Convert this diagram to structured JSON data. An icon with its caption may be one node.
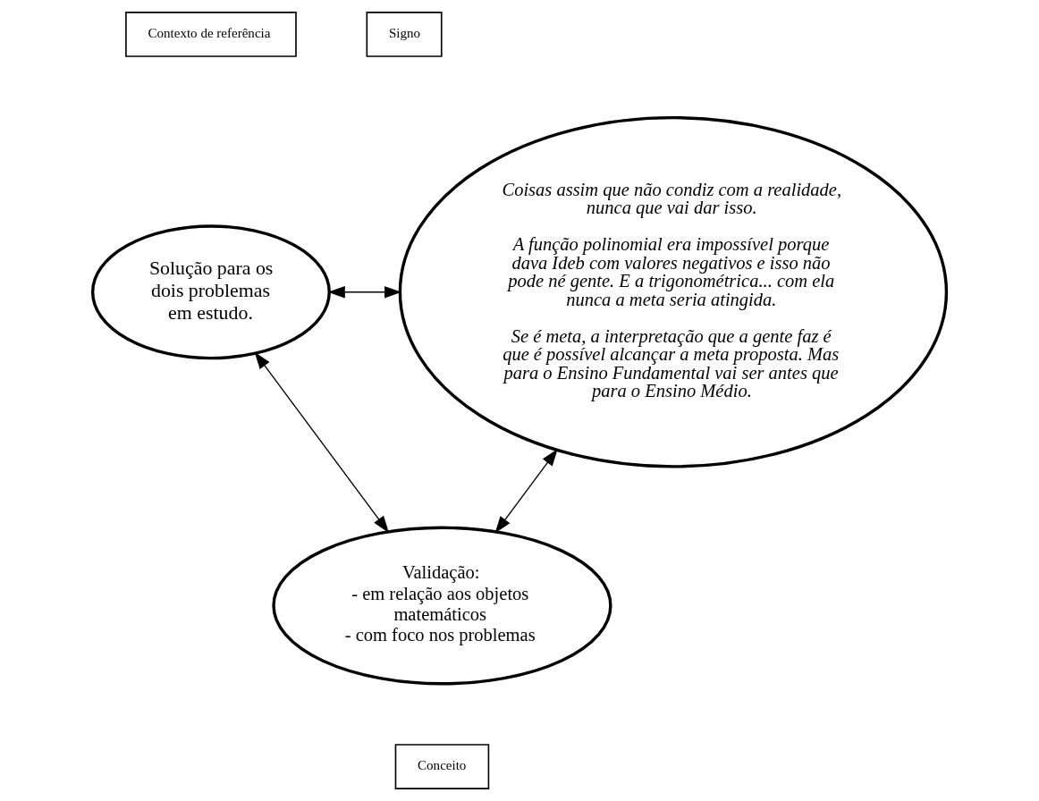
{
  "diagram": {
    "nodes": [
      {
        "text": [
          "Contexto de referência"
        ]
      },
      {
        "text": [
          "Signo"
        ]
      },
      {
        "text": [
          "Solução para os dois problemas em estudo."
        ]
      },
      {
        "text": [
          "Coisas assim que não condiz com a realidade, nunca que vai dar isso.",
          "A função polinomial era impossível porque dava Ideb com valores negativos e isso não pode né gente. E a trigonométrica... com ela nunca a meta seria atingida.",
          "Se é meta, a interpretação que a gente faz é que é possível alcançar a meta proposta. Mas para o Ensino Fundamental vai ser antes que para o Ensino Médio."
        ]
      },
      {
        "text": [
          "Validação:",
          "- em relação aos objetos matemáticos",
          "- com foco nos problemas"
        ]
      },
      {
        "text": [
          "Conceito"
        ]
      }
    ],
    "edges": [
      {
        "from": 2,
        "to": 3,
        "arrow": "both"
      },
      {
        "from": 2,
        "to": 4,
        "arrow": "both"
      },
      {
        "from": 3,
        "to": 4,
        "arrow": "both"
      }
    ]
  }
}
